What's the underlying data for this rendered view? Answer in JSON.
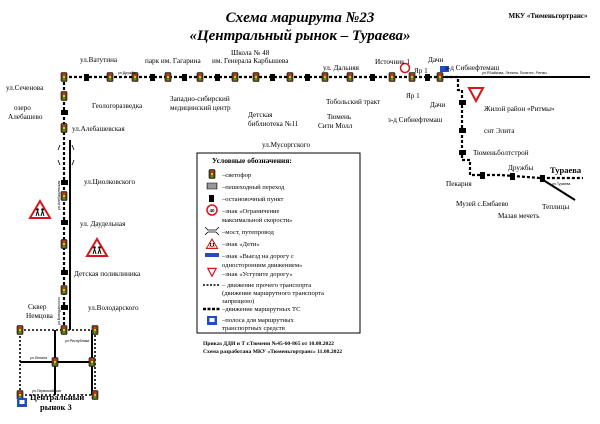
{
  "header": {
    "title1": "Схема маршрута №23",
    "title2": "«Центральный рынок  – Тураева»",
    "org": "МКУ «Тюменьгортранс»"
  },
  "labels": {
    "vatutina": "ул.Ватутина",
    "park": "парк им. Гагарина",
    "shkola1": "Школа № 48",
    "shkola2": "им. Генерала Карбышева",
    "dalnyaya": "ул. Дальняя",
    "istochnik": "Источник 1",
    "dachi1": "Дачи",
    "zd_sib1": "з-д Сибнефтемаш",
    "sechenova": "ул.Сеченова",
    "geolog": "Геологоразведка",
    "zapsib1": "Западно-сибирский",
    "zapsib2": "медицинский центр",
    "detbib1": "Детская",
    "detbib2": "библиотека №11",
    "tyumen1": "Тюмень",
    "tyumen2": "Сити Молл",
    "tobol": "Тобольский тракт",
    "yar1a": "Яр 1",
    "yar1b": "Яр 1",
    "dachi2": "Дачи",
    "zd_sib2": "з-д Сибнефтемаш",
    "ritmy": "Жилой район «Ритмы»",
    "ozero1": "озеро",
    "ozero2": "Алебашево",
    "alebash": "ул.Алебашевская",
    "musorg": "ул.Мусоргского",
    "elita": "снт Элита",
    "tsiolk": "ул.Циолковского",
    "tyumenbolt": "Тюменьболтстрой",
    "druzhby": "Дружбы",
    "turaeva": "Тураева",
    "pekarnya": "Пекарня",
    "muzey": "Музей с.Ембаево",
    "daudel": "ул. Даудельная",
    "teplicy": "Теплицы",
    "mazay": "Мазая мечеть",
    "detpol": "Детская поликлиника",
    "skver1": "Сквер",
    "skver2": "Немцова",
    "volodar": "ул.Володарского",
    "centr1": "Центральный",
    "centr2": "рынок 3"
  },
  "small_labels": {
    "druzhby_st": "ул.Дружбы",
    "ritmy_st": "ул.Р.Байкова, Ленина, Политех, Ритмы",
    "teplicy_st": "ул.Тураева",
    "respub": "ул.Республики",
    "lenina": "ул.Ленина",
    "perek": "ул.Первомайская",
    "alebash_st": "ул.Алебашевская",
    "volodar_st": "ул.Володарского"
  },
  "legend": {
    "title": "Условные обозначения:",
    "items": [
      "–светофор",
      "–пешеходный переход",
      "–остановочный пункт",
      "–знак «Ограничение",
      "максимальной скорости»",
      "–мост, путепровод",
      "–знак «Дети»",
      "–знак «Выезд на дорогу с",
      "односторонним движением»",
      "–знак «Уступите дорогу»",
      "– движение прочего транспорта",
      "(движение маршрутного транспорта",
      "запрещено)",
      "–движение маршрутных ТС",
      "–полоса для маршрутных",
      "транспортных средств"
    ],
    "speed_sign": "40"
  },
  "footer": {
    "line1": "Приказ ДДИ и Т г.Тюмени №45-60-865 от 10.08.2022",
    "line2": "Схема разработана МКУ «Тюменьгортранс» 11.08.2022"
  },
  "colors": {
    "route": "#000000",
    "sign_red": "#d9141b",
    "bus_lane": "#1f4fbf",
    "light_body": "#6b4a1f"
  }
}
